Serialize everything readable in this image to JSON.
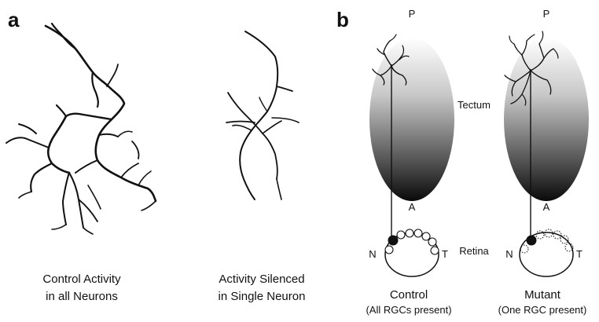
{
  "panel_a": {
    "letter": "a",
    "left_caption": [
      "Control Activity",
      "in all Neurons"
    ],
    "right_caption": [
      "Activity Silenced",
      "in Single Neuron"
    ]
  },
  "panel_b": {
    "letter": "b",
    "control": {
      "top_label": "P",
      "bottom_label": "A",
      "nasal_label": "N",
      "temporal_label": "T",
      "title": "Control",
      "subtitle": "(All RGCs present)"
    },
    "mutant": {
      "top_label": "P",
      "bottom_label": "A",
      "nasal_label": "N",
      "temporal_label": "T",
      "title": "Mutant",
      "subtitle": "(One RGC present)"
    },
    "tectum_label": "Tectum",
    "retina_label": "Retina"
  }
}
